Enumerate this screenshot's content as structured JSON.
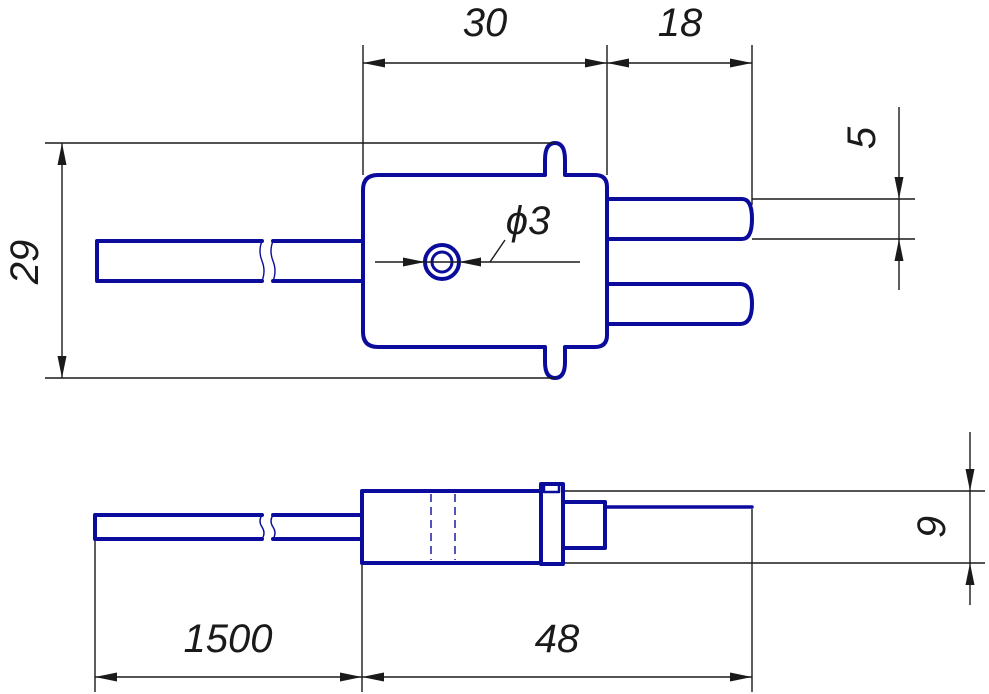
{
  "colors": {
    "part": "#0b0b9c",
    "dimension": "#1a1a1a",
    "background": "#ffffff"
  },
  "dimensions": {
    "width_body": "30",
    "pin_length": "18",
    "pin_width": "5",
    "height": "29",
    "hole_diameter": "ϕ3",
    "thickness": "9",
    "cable_length": "1500",
    "total_length": "48"
  }
}
